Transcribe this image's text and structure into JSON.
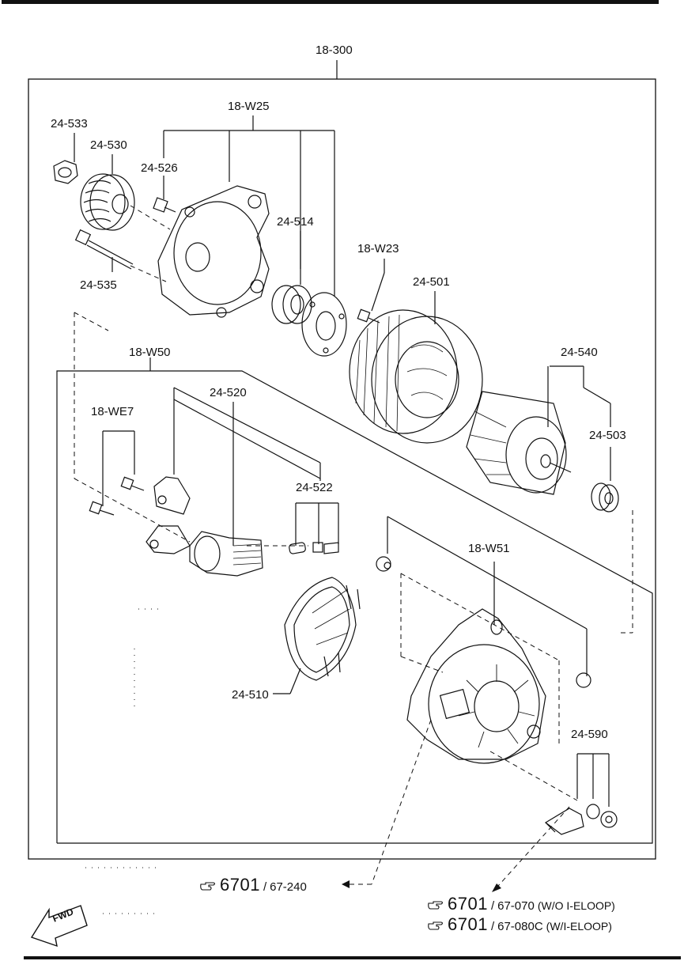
{
  "labels": {
    "assembly": "18-300",
    "kit_w25": "18-W25",
    "p533": "24-533",
    "p530": "24-530",
    "p526": "24-526",
    "p514": "24-514",
    "p535": "24-535",
    "kit_w23": "18-W23",
    "p501": "24-501",
    "kit_w50": "18-W50",
    "p540": "24-540",
    "p520": "24-520",
    "kit_we7": "18-WE7",
    "p503": "24-503",
    "p522": "24-522",
    "kit_w51": "18-W51",
    "p510": "24-510",
    "p590": "24-590"
  },
  "references": [
    {
      "page": "6701",
      "code": "67-240",
      "note": ""
    },
    {
      "page": "6701",
      "code": "67-070",
      "note": "(W/O I-ELOOP)"
    },
    {
      "page": "6701",
      "code": "67-080C",
      "note": "(W/I-ELOOP)"
    }
  ],
  "fwd": "FWD",
  "icons": [
    "pointing-hand-icon",
    "fwd-arrow-icon"
  ]
}
